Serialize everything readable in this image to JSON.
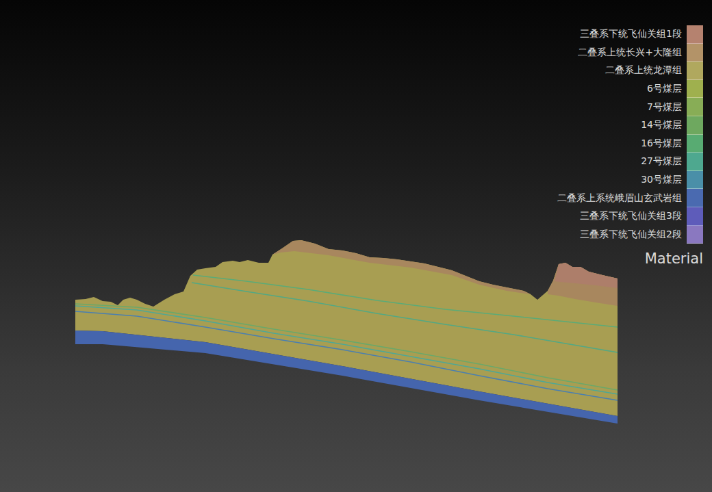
{
  "diagram": {
    "labels": [
      "Material"
    ],
    "legend": [
      {
        "text": "三叠系下统飞仙关组1段",
        "color": "#b5826f"
      },
      {
        "text": "二叠系上统长兴+大隆组",
        "color": "#b39368"
      },
      {
        "text": "二叠系上统龙潭组",
        "color": "#b0a85e"
      },
      {
        "text": "6号煤层",
        "color": "#9fb04e"
      },
      {
        "text": "7号煤层",
        "color": "#88ad56"
      },
      {
        "text": "14号煤层",
        "color": "#6ea85f"
      },
      {
        "text": "16号煤层",
        "color": "#58ab72"
      },
      {
        "text": "27号煤层",
        "color": "#4ea88f"
      },
      {
        "text": "30号煤层",
        "color": "#4a8fa8"
      },
      {
        "text": "二叠系上系统峨眉山玄武岩组",
        "color": "#4a6ab0"
      },
      {
        "text": "三叠系下统飞仙关组3段",
        "color": "#5e5cba"
      },
      {
        "text": "三叠系下统飞仙关组2段",
        "color": "#8a78c0"
      }
    ]
  }
}
